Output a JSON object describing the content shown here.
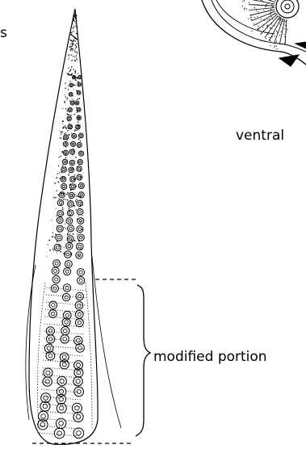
{
  "labels": {
    "partial": "s",
    "ventral": "ventral",
    "modified_portion": "modified portion"
  },
  "colors": {
    "ink": "#000000",
    "paper": "#ffffff"
  },
  "icons": {
    "arm": "tentacle-arm-illustration",
    "suckers": "sucker-ring-icon",
    "corner_view": "ventral-view-disc-illustration"
  }
}
